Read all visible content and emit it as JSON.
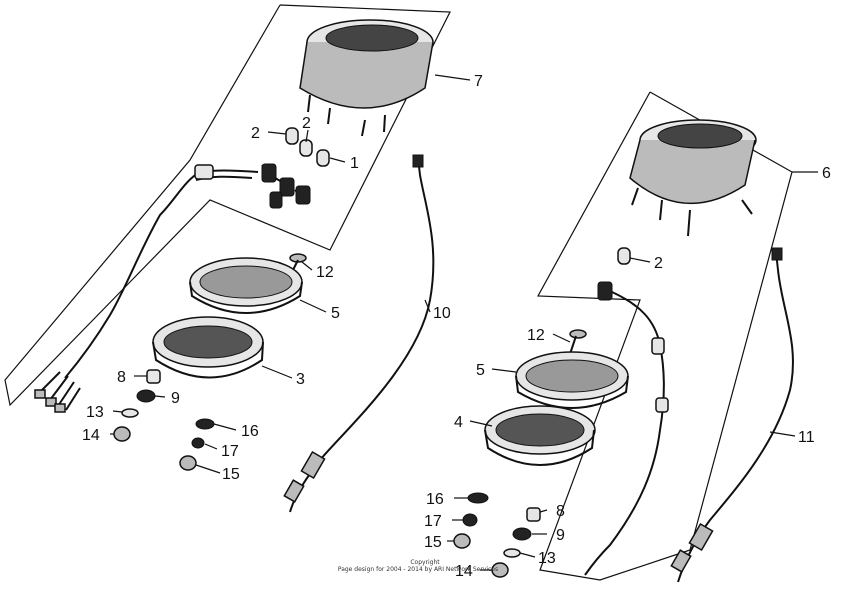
{
  "labels": {
    "l_left": {
      "p7": "7",
      "p2a": "2",
      "p2b": "2",
      "p1": "1",
      "p12": "12",
      "p5": "5",
      "p10": "10",
      "p3": "3",
      "p8": "8",
      "p9": "9",
      "p13": "13",
      "p14": "14",
      "p16": "16",
      "p17": "17",
      "p15": "15"
    },
    "l_right": {
      "p6": "6",
      "p2": "2",
      "p12": "12",
      "p5": "5",
      "p4": "4",
      "p11": "11",
      "p16": "16",
      "p8": "8",
      "p17": "17",
      "p9": "9",
      "p15": "15",
      "p13": "13",
      "p14": "14"
    }
  },
  "copyright": {
    "line1": "Copyright",
    "line2": "Page design for 2004 - 2014 by ARI Network Services"
  }
}
